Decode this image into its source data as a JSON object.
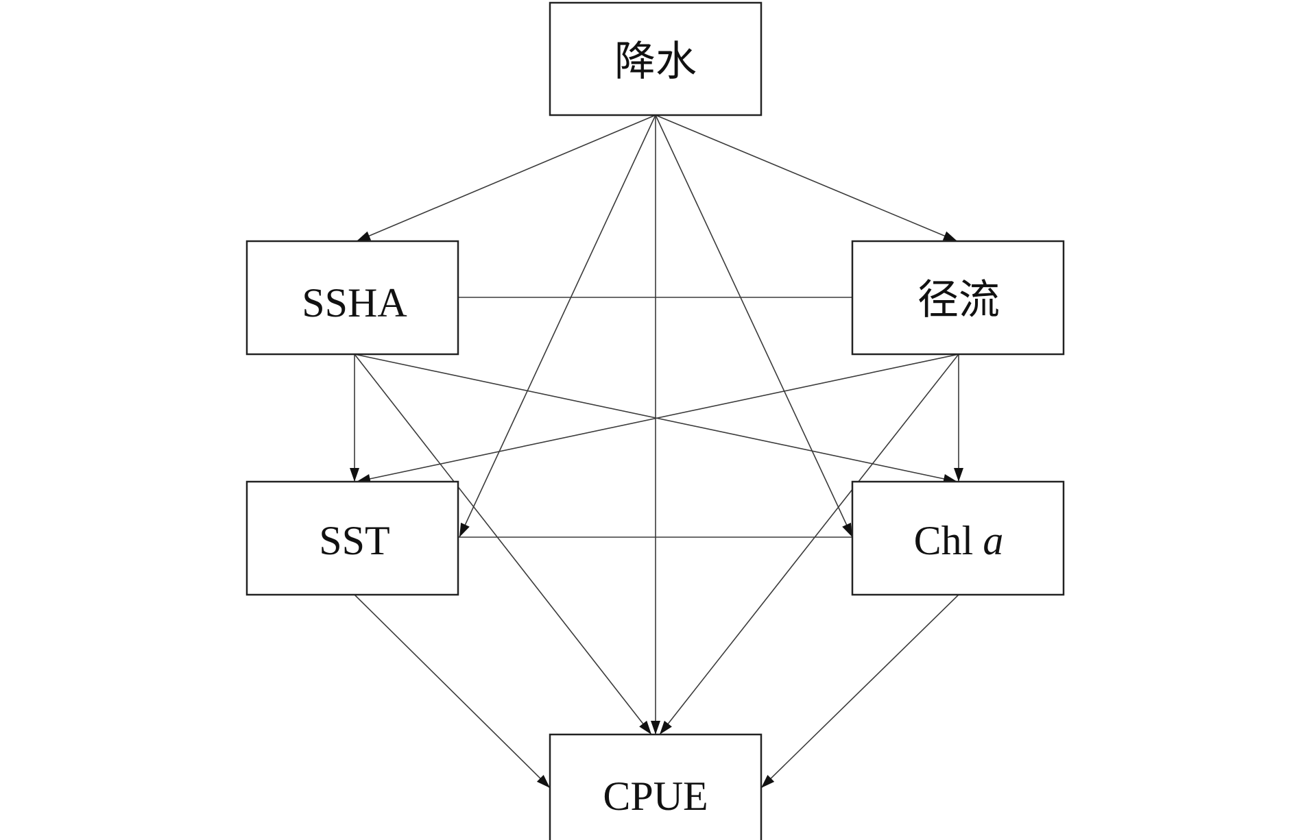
{
  "diagram": {
    "nodes": {
      "precip": {
        "label": "降水"
      },
      "ssha": {
        "label": "SSHA"
      },
      "runoff": {
        "label": "径流"
      },
      "sst": {
        "label": "SST"
      },
      "chl": {
        "label_main": "Chl",
        "label_italic": "a"
      },
      "cpue": {
        "label": "CPUE"
      }
    },
    "edges": [
      {
        "from": "precip",
        "to": "ssha",
        "arrow": true
      },
      {
        "from": "precip",
        "to": "runoff",
        "arrow": true
      },
      {
        "from": "precip",
        "to": "sst",
        "arrow": true
      },
      {
        "from": "precip",
        "to": "chl",
        "arrow": true
      },
      {
        "from": "precip",
        "to": "cpue",
        "arrow": true
      },
      {
        "from": "ssha",
        "to": "runoff",
        "arrow": false
      },
      {
        "from": "ssha",
        "to": "sst",
        "arrow": true
      },
      {
        "from": "ssha",
        "to": "chl",
        "arrow": true
      },
      {
        "from": "ssha",
        "to": "cpue",
        "arrow": true
      },
      {
        "from": "runoff",
        "to": "sst",
        "arrow": true
      },
      {
        "from": "runoff",
        "to": "chl",
        "arrow": true
      },
      {
        "from": "runoff",
        "to": "cpue",
        "arrow": true
      },
      {
        "from": "sst",
        "to": "chl",
        "arrow": false
      },
      {
        "from": "sst",
        "to": "cpue",
        "arrow": true
      },
      {
        "from": "chl",
        "to": "cpue",
        "arrow": true
      }
    ]
  }
}
